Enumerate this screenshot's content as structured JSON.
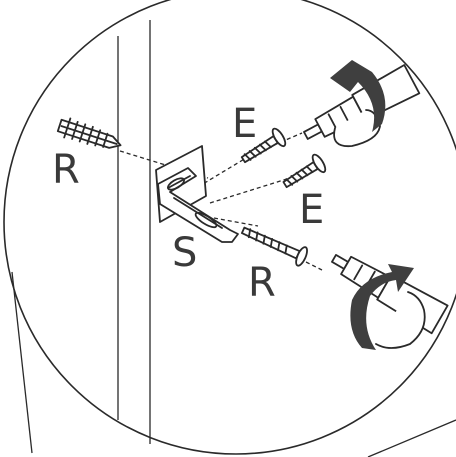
{
  "labels": {
    "anchor_left": "R",
    "screw_upper": "E",
    "screw_middle": "E",
    "bracket": "S",
    "screw_lower": "R"
  },
  "colors": {
    "line": "#2a2a2a",
    "label": "#3a3a3a",
    "arrow": "#3f3f3f",
    "background": "#ffffff"
  },
  "icons": [
    "wall-plug-icon",
    "wood-screw-icon",
    "angle-bracket-icon",
    "screwdriver-icon",
    "clockwise-rotation-arrow-icon"
  ]
}
